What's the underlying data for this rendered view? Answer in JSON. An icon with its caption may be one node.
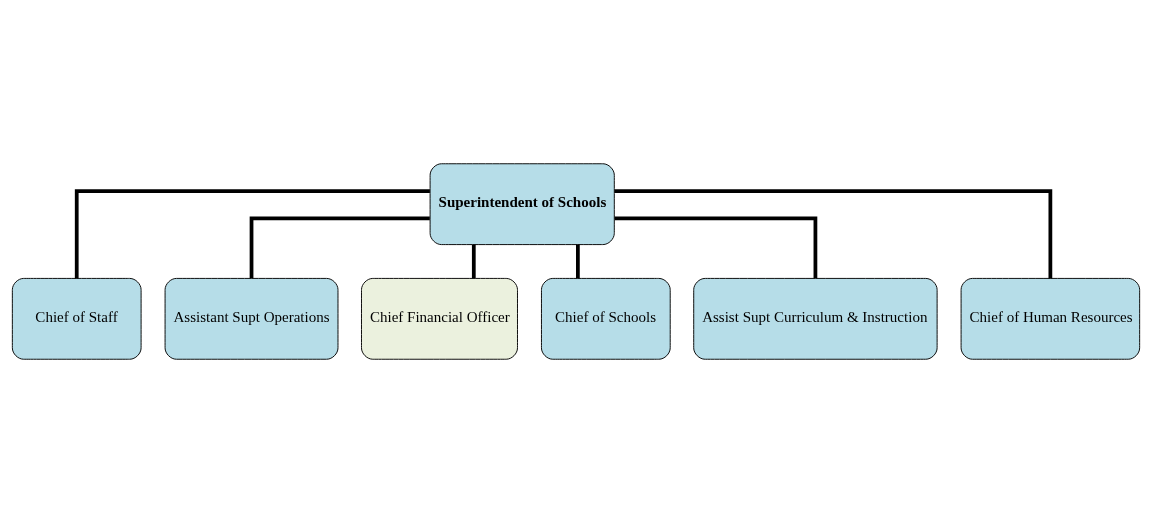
{
  "diagram": {
    "nodes": [
      {
        "text": [
          "Superintendent of Schools"
        ]
      },
      {
        "text": [
          "Chief of Staff"
        ]
      },
      {
        "text": [
          "Assistant Supt Operations"
        ]
      },
      {
        "text": [
          "Chief Financial Officer"
        ]
      },
      {
        "text": [
          "Chief of Schools"
        ]
      },
      {
        "text": [
          "Assist Supt Curriculum & Instruction"
        ]
      },
      {
        "text": [
          "Chief of Human Resources"
        ]
      }
    ],
    "edges": [
      {
        "from": 0,
        "to": 1,
        "arrow": "none"
      },
      {
        "from": 0,
        "to": 2,
        "arrow": "none"
      },
      {
        "from": 0,
        "to": 3,
        "arrow": "none"
      },
      {
        "from": 0,
        "to": 4,
        "arrow": "none"
      },
      {
        "from": 0,
        "to": 5,
        "arrow": "none"
      },
      {
        "from": 0,
        "to": 6,
        "arrow": "none"
      }
    ]
  }
}
